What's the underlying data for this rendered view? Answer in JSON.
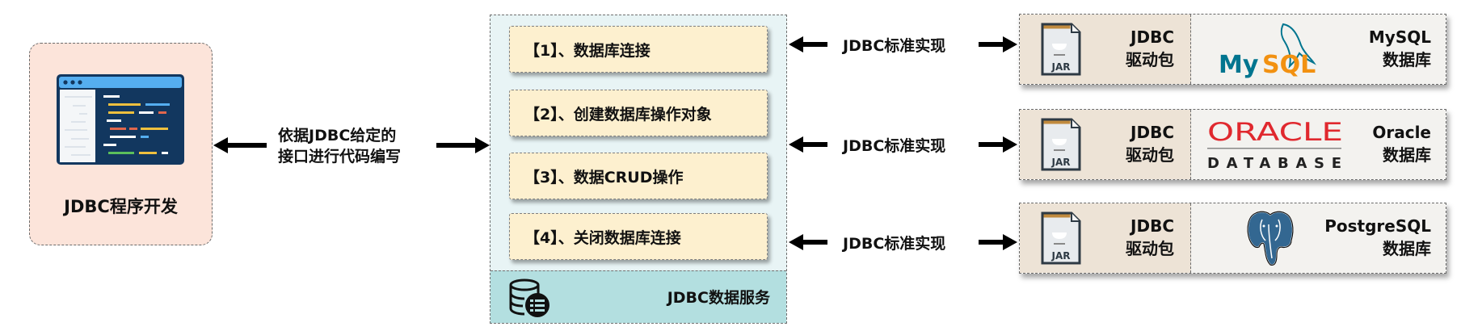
{
  "developer": {
    "title": "JDBC程序开发",
    "icon": "code-editor-window-icon"
  },
  "interface_note": {
    "line1": "依据JDBC给定的",
    "line2": "接口进行代码编写"
  },
  "jdbc_service": {
    "steps": [
      {
        "label": "【1】、数据库连接"
      },
      {
        "label": "【2】、创建数据库操作对象"
      },
      {
        "label": "【3】、数据CRUD操作"
      },
      {
        "label": "【4】、关闭数据库连接"
      }
    ],
    "footer_label": "JDBC数据服务",
    "footer_icon": "database-table-icon"
  },
  "implementations": [
    {
      "impl_label": "JDBC标准实现",
      "driver": {
        "icon_text": "JAR",
        "line1": "JDBC",
        "line2": "驱动包"
      },
      "database": {
        "logo": "mysql-logo",
        "logo_text_a": "My",
        "logo_text_b": "SQL",
        "line1": "MySQL",
        "line2": "数据库"
      }
    },
    {
      "impl_label": "JDBC标准实现",
      "driver": {
        "icon_text": "JAR",
        "line1": "JDBC",
        "line2": "驱动包"
      },
      "database": {
        "logo": "oracle-logo",
        "logo_text_a": "ORACLE",
        "logo_text_b": "DATABASE",
        "line1": "Oracle",
        "line2": "数据库"
      }
    },
    {
      "impl_label": "JDBC标准实现",
      "driver": {
        "icon_text": "JAR",
        "line1": "JDBC",
        "line2": "驱动包"
      },
      "database": {
        "logo": "postgresql-elephant-logo",
        "line1": "PostgreSQL",
        "line2": "数据库"
      }
    }
  ],
  "colors": {
    "developer_bg": "#fce4da",
    "container_bg": "#e8f4f5",
    "step_bg": "#fdf0cf",
    "service_band_bg": "#b3dfe0",
    "driver_bg": "#ede3d6",
    "db_bg": "#f3f2ef",
    "mysql_blue": "#00758f",
    "mysql_orange": "#f29111",
    "oracle_red": "#e0282e",
    "postgres_blue": "#336791"
  }
}
